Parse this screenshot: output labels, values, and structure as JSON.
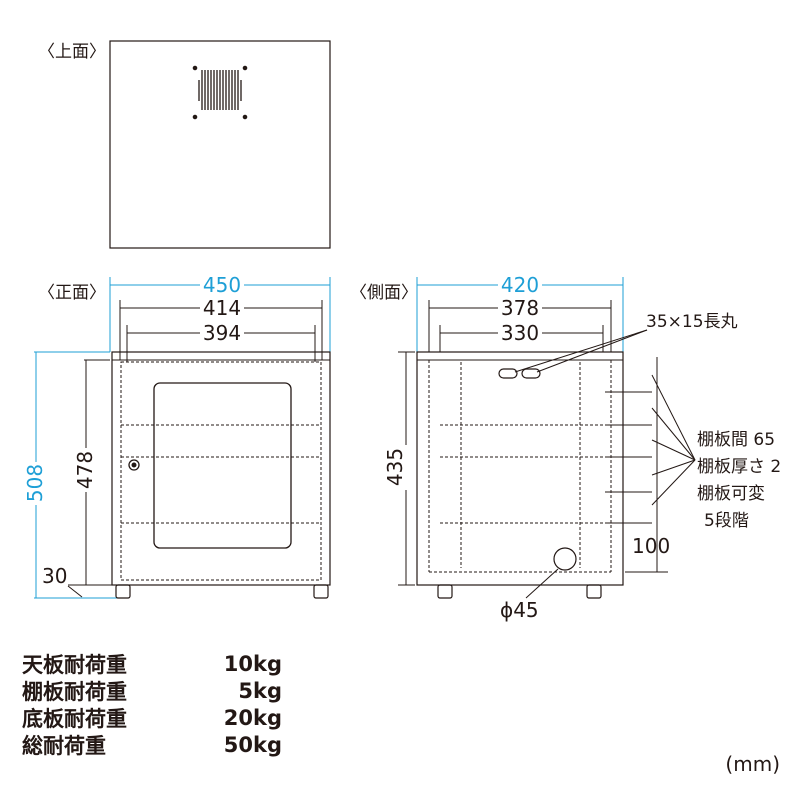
{
  "views": {
    "top": "〈上面〉",
    "front": "〈正面〉",
    "side": "〈側面〉"
  },
  "colors": {
    "line": "#231815",
    "accent": "#1e9fd6",
    "background": "#ffffff"
  },
  "front_dims": {
    "outer_width": "450",
    "inner_width": "414",
    "shelf_width": "394",
    "total_height": "508",
    "body_height": "478",
    "caster_height": "30"
  },
  "side_dims": {
    "outer_depth": "420",
    "inner_depth": "378",
    "shelf_depth": "330",
    "body_height": "435",
    "bottom_gap": "100",
    "hole_diameter": "ϕ45"
  },
  "annotations": {
    "slot": "35×15長丸",
    "shelf_notes": [
      "棚板間 65",
      "棚板厚さ 2",
      "棚板可変",
      "5段階"
    ]
  },
  "specs": [
    {
      "label": "天板耐荷重",
      "value": "10kg"
    },
    {
      "label": "棚板耐荷重",
      "value": "5kg"
    },
    {
      "label": "底板耐荷重",
      "value": "20kg"
    },
    {
      "label": "総耐荷重",
      "value": "50kg"
    }
  ],
  "unit": "(mm)"
}
